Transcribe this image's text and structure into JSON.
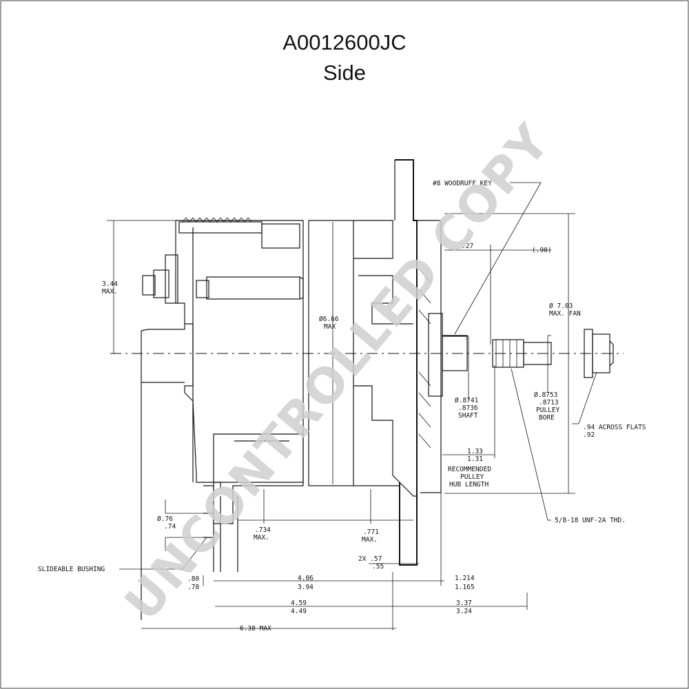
{
  "title": "A0012600JC",
  "subtitle": "Side",
  "watermark": "UNCONTROLLED COPY",
  "labels": {
    "woodruff_key": "#8 WOODRUFF KEY",
    "dim_027": ".27",
    "dim_090": "(.90)",
    "dim_344": "3.44",
    "max": "MAX.",
    "dia_666": "Ø6.66",
    "max_plain": "MAX",
    "dia_703": "Ø 7.03",
    "max_fan": "MAX. FAN",
    "shaft_dia_1": "Ø.8741",
    "shaft_dia_2": ".8736",
    "shaft": "SHAFT",
    "bore_dia_1": "Ø.8753",
    "bore_dia_2": ".8713",
    "pulley": "PULLEY",
    "bore": "BORE",
    "across_flats_1": ".94 ACROSS FLATS",
    "across_flats_2": ".92",
    "hub_1": "1.33",
    "hub_2": "1.31",
    "rec_1": "RECOMMENDED",
    "rec_2": "PULLEY",
    "rec_3": "HUB LENGTH",
    "thread": "5/8-18 UNF-2A THD.",
    "dia_076": "Ø.76",
    "dia_074": ".74",
    "dim_734": ".734",
    "dim_771": ".771",
    "dim_057": "2X .57",
    "dim_055": ".55",
    "slideable": "SLIDEABLE BUSHING",
    "dim_080": ".80",
    "dim_078": ".78",
    "dim_406": "4.06",
    "dim_394": "3.94",
    "dim_1214": "1.214",
    "dim_1165": "1.165",
    "dim_459": "4.59",
    "dim_449": "4.49",
    "dim_337": "3.37",
    "dim_324": "3.24",
    "dim_638": "6.38 MAX"
  }
}
